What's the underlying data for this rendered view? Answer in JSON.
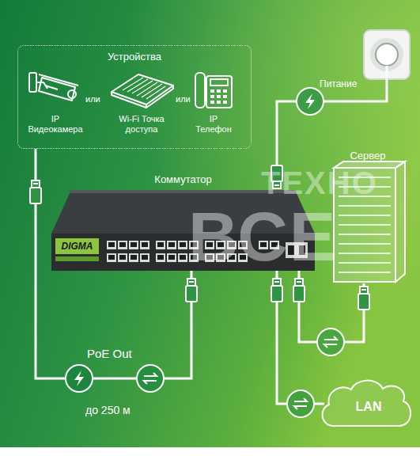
{
  "diagram": {
    "nodes": [
      {
        "text": [
          "Устройства"
        ]
      },
      {
        "text": [
          "IP Видеокамера"
        ],
        "in": 0
      },
      {
        "text": [
          "Wi-Fi Точка доступа"
        ],
        "in": 0
      },
      {
        "text": [
          "IP Телефон"
        ],
        "in": 0
      },
      {
        "text": [
          "Коммутатор",
          "DIGMA"
        ]
      },
      {
        "text": [
          "Сервер"
        ]
      },
      {
        "text": [
          "LAN"
        ]
      }
    ],
    "edges": [
      {
        "from": 0,
        "to": 4,
        "label": "PoE Out",
        "arrow": "none"
      },
      {
        "from": 4,
        "to": 5,
        "arrow": "none"
      },
      {
        "from": 4,
        "to": 6,
        "arrow": "none"
      }
    ],
    "labels": [
      "или",
      "или",
      "Питание",
      "до 250 м",
      "ТЕХНО",
      "ВСЕ"
    ]
  }
}
